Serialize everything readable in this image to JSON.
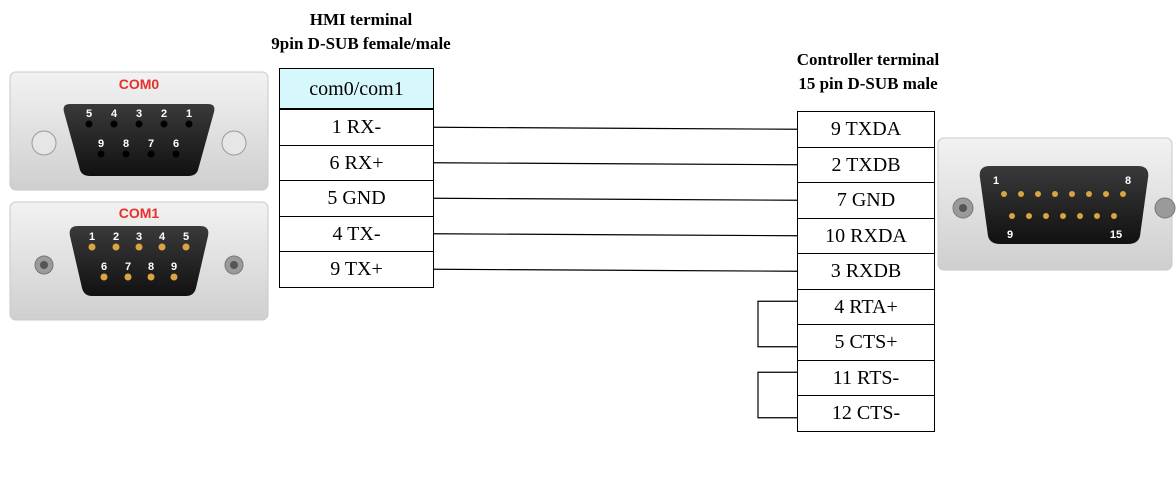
{
  "hmi": {
    "title_line1": "HMI terminal",
    "title_line2": "9pin D-SUB female/male",
    "header": "com0/com1",
    "pins": [
      "1 RX-",
      "6 RX+",
      "5 GND",
      "4 TX-",
      "9 TX+"
    ],
    "connectors": [
      {
        "label": "COM0",
        "top_pins": [
          "5",
          "4",
          "3",
          "2",
          "1"
        ],
        "bottom_pins": [
          "9",
          "8",
          "7",
          "6"
        ]
      },
      {
        "label": "COM1",
        "top_pins": [
          "1",
          "2",
          "3",
          "4",
          "5"
        ],
        "bottom_pins": [
          "6",
          "7",
          "8",
          "9"
        ]
      }
    ]
  },
  "controller": {
    "title_line1": "Controller terminal",
    "title_line2": "15 pin D-SUB male",
    "pins": [
      "9 TXDA",
      "2 TXDB",
      "7 GND",
      "10 RXDA",
      "3 RXDB",
      "4 RTA+",
      "5 CTS+",
      "11 RTS-",
      "12 CTS-"
    ],
    "connector": {
      "label_left": "1",
      "label_right": "8",
      "label_bottom_left": "9",
      "label_bottom_right": "15"
    }
  },
  "wiring": [
    [
      0,
      0
    ],
    [
      1,
      1
    ],
    [
      2,
      2
    ],
    [
      3,
      3
    ],
    [
      4,
      4
    ]
  ],
  "jumpers": [
    [
      5,
      6
    ],
    [
      7,
      8
    ]
  ],
  "colors": {
    "header_fill": "#d6f7fb",
    "connector_label": "#e8302a",
    "line": "#000000"
  }
}
